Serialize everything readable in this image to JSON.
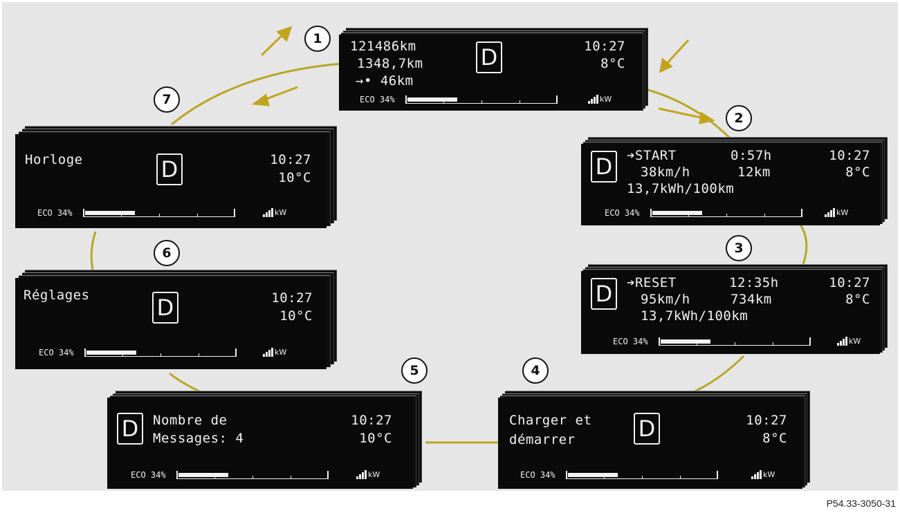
{
  "diagram": {
    "colors": {
      "ring": "#b9a524",
      "arrow": "#c2a41c",
      "lcd_bg": "#0a0a0a",
      "lcd_text": "#f2f2f2"
    },
    "screens": [
      {
        "id": "1",
        "lines": [
          "121486km",
          "1348,7km",
          "→• 46km"
        ],
        "gear": "D",
        "time": "10:27",
        "temp": "8°C",
        "eco_label": "ECO 34%",
        "eco_fill": 0.34,
        "kw_label": "kW"
      },
      {
        "id": "2",
        "lines": [
          "➔START",
          "38km/h",
          "13,7kWh/100km"
        ],
        "mid": [
          "0:57h",
          "12km"
        ],
        "gear": "D",
        "time": "10:27",
        "temp": "8°C",
        "eco_label": "ECO 34%",
        "eco_fill": 0.34,
        "kw_label": "kW"
      },
      {
        "id": "3",
        "lines": [
          "➔RESET",
          "95km/h",
          "13,7kWh/100km"
        ],
        "mid": [
          "12:35h",
          "734km"
        ],
        "gear": "D",
        "time": "10:27",
        "temp": "8°C",
        "eco_label": "ECO 34%",
        "eco_fill": 0.34,
        "kw_label": "kW"
      },
      {
        "id": "4",
        "lines": [
          "Charger et",
          "démarrer"
        ],
        "gear": "D",
        "time": "10:27",
        "temp": "8°C",
        "eco_label": "ECO 34%",
        "eco_fill": 0.34,
        "kw_label": "kW"
      },
      {
        "id": "5",
        "lines": [
          "Nombre de",
          "Messages: 4"
        ],
        "gear": "D",
        "time": "10:27",
        "temp": "10°C",
        "eco_label": "ECO 34%",
        "eco_fill": 0.34,
        "kw_label": "kW"
      },
      {
        "id": "6",
        "lines": [
          "Réglages"
        ],
        "gear": "D",
        "time": "10:27",
        "temp": "10°C",
        "eco_label": "ECO 34%",
        "eco_fill": 0.34,
        "kw_label": "kW"
      },
      {
        "id": "7",
        "lines": [
          "Horloge"
        ],
        "gear": "D",
        "time": "10:27",
        "temp": "10°C",
        "eco_label": "ECO 34%",
        "eco_fill": 0.34,
        "kw_label": "kW"
      }
    ],
    "callouts": [
      "1",
      "2",
      "3",
      "4",
      "5",
      "6",
      "7"
    ],
    "reference": "P54.33-3050-31"
  }
}
